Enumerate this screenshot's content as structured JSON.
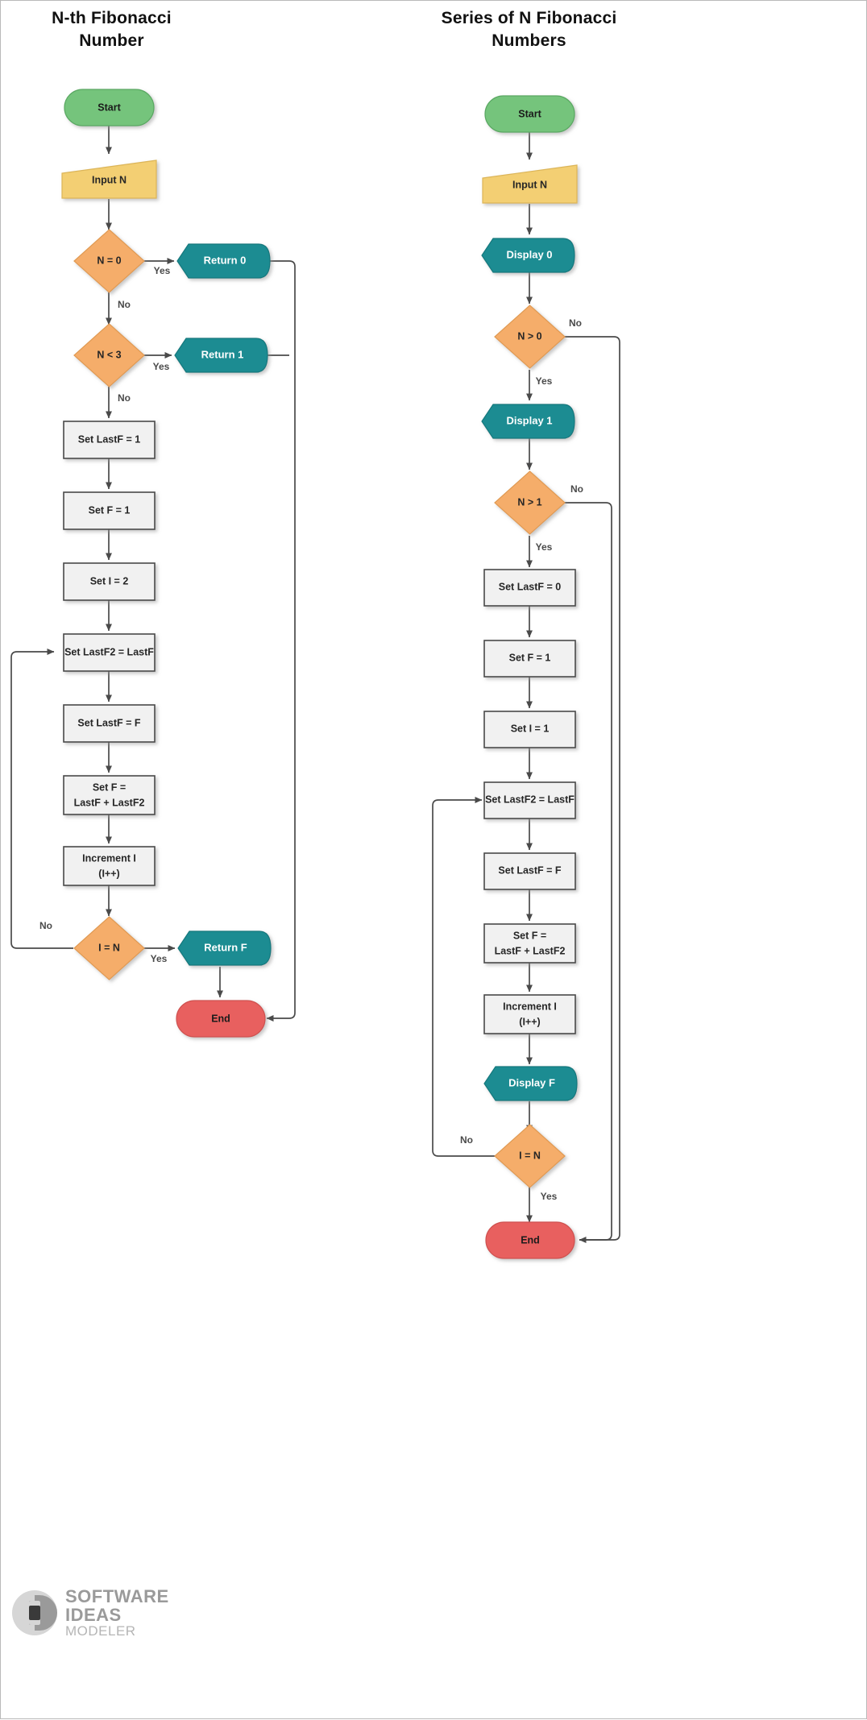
{
  "diagram": {
    "tool_watermark": {
      "line1": "SOFTWARE IDEAS",
      "line2": "MODELER"
    },
    "colors": {
      "terminator_start": "#74c47c",
      "terminator_end": "#e8615f",
      "io": "#f3cf73",
      "decision": "#f5ad6a",
      "display": "#1a8c92",
      "process_fill": "#f1f1f1",
      "process_stroke": "#4a4a4a",
      "link": "#4a4a4a",
      "text_dark": "#262626",
      "text_light": "#ffffff"
    },
    "flowcharts": [
      {
        "id": "nth-fibonacci-number",
        "title": "N-th Fibonacci\nNumber",
        "title_line1": "N-th Fibonacci",
        "title_line2": "Number",
        "nodes": [
          {
            "id": "start",
            "label": "Start",
            "shape": "terminator-start"
          },
          {
            "id": "input",
            "label": "Input N",
            "shape": "io-parallelogram"
          },
          {
            "id": "d1",
            "label": "N = 0",
            "shape": "decision"
          },
          {
            "id": "ret0",
            "label": "Return 0",
            "shape": "display"
          },
          {
            "id": "d2",
            "label": "N < 3",
            "shape": "decision"
          },
          {
            "id": "ret1",
            "label": "Return 1",
            "shape": "display"
          },
          {
            "id": "p1",
            "label": "Set LastF = 1",
            "shape": "process"
          },
          {
            "id": "p2",
            "label": "Set F = 1",
            "shape": "process"
          },
          {
            "id": "p3",
            "label": "Set I = 2",
            "shape": "process"
          },
          {
            "id": "p4",
            "label": "Set LastF2 = LastF",
            "shape": "process"
          },
          {
            "id": "p5",
            "label": "Set LastF = F",
            "shape": "process"
          },
          {
            "id": "p6",
            "label": "Set F =",
            "label2": "LastF + LastF2",
            "shape": "process"
          },
          {
            "id": "p7",
            "label": "Increment I",
            "label2": "(I++)",
            "shape": "process"
          },
          {
            "id": "d3",
            "label": "I = N",
            "shape": "decision"
          },
          {
            "id": "retF",
            "label": "Return F",
            "shape": "display"
          },
          {
            "id": "end",
            "label": "End",
            "shape": "terminator-end"
          }
        ],
        "edges": [
          {
            "from": "start",
            "to": "input",
            "label": ""
          },
          {
            "from": "input",
            "to": "d1",
            "label": ""
          },
          {
            "from": "d1",
            "to": "ret0",
            "label": "Yes"
          },
          {
            "from": "d1",
            "to": "d2",
            "label": "No"
          },
          {
            "from": "d2",
            "to": "ret1",
            "label": "Yes"
          },
          {
            "from": "d2",
            "to": "p1",
            "label": "No"
          },
          {
            "from": "p1",
            "to": "p2",
            "label": ""
          },
          {
            "from": "p2",
            "to": "p3",
            "label": ""
          },
          {
            "from": "p3",
            "to": "p4",
            "label": ""
          },
          {
            "from": "p4",
            "to": "p5",
            "label": ""
          },
          {
            "from": "p5",
            "to": "p6",
            "label": ""
          },
          {
            "from": "p6",
            "to": "p7",
            "label": ""
          },
          {
            "from": "p7",
            "to": "d3",
            "label": ""
          },
          {
            "from": "d3",
            "to": "retF",
            "label": "Yes"
          },
          {
            "from": "d3",
            "to": "p4",
            "label": "No"
          },
          {
            "from": "retF",
            "to": "end",
            "label": ""
          },
          {
            "from": "ret0",
            "to": "end",
            "label": ""
          },
          {
            "from": "ret1",
            "to": "end",
            "label": ""
          }
        ]
      },
      {
        "id": "series-of-n-fibonacci-numbers",
        "title": "Series of N Fibonacci\nNumbers",
        "title_line1": "Series of N Fibonacci",
        "title_line2": "Numbers",
        "nodes": [
          {
            "id": "rstart",
            "label": "Start",
            "shape": "terminator-start"
          },
          {
            "id": "rinput",
            "label": "Input N",
            "shape": "io-parallelogram"
          },
          {
            "id": "disp0",
            "label": "Display 0",
            "shape": "display"
          },
          {
            "id": "rd1",
            "label": "N > 0",
            "shape": "decision"
          },
          {
            "id": "disp1",
            "label": "Display 1",
            "shape": "display"
          },
          {
            "id": "rd2",
            "label": "N > 1",
            "shape": "decision"
          },
          {
            "id": "rp1",
            "label": "Set LastF = 0",
            "shape": "process"
          },
          {
            "id": "rp2",
            "label": "Set F = 1",
            "shape": "process"
          },
          {
            "id": "rp3",
            "label": "Set I = 1",
            "shape": "process"
          },
          {
            "id": "rp4",
            "label": "Set LastF2 = LastF",
            "shape": "process"
          },
          {
            "id": "rp5",
            "label": "Set LastF = F",
            "shape": "process"
          },
          {
            "id": "rp6",
            "label": "Set F =",
            "label2": "LastF + LastF2",
            "shape": "process"
          },
          {
            "id": "rp7",
            "label": "Increment I",
            "label2": "(I++)",
            "shape": "process"
          },
          {
            "id": "dispF",
            "label": "Display F",
            "shape": "display"
          },
          {
            "id": "rd3",
            "label": "I = N",
            "shape": "decision"
          },
          {
            "id": "rend",
            "label": "End",
            "shape": "terminator-end"
          }
        ],
        "edges": [
          {
            "from": "rstart",
            "to": "rinput",
            "label": ""
          },
          {
            "from": "rinput",
            "to": "disp0",
            "label": ""
          },
          {
            "from": "disp0",
            "to": "rd1",
            "label": ""
          },
          {
            "from": "rd1",
            "to": "disp1",
            "label": "Yes"
          },
          {
            "from": "rd1",
            "to": "rend",
            "label": "No"
          },
          {
            "from": "disp1",
            "to": "rd2",
            "label": ""
          },
          {
            "from": "rd2",
            "to": "rp1",
            "label": "Yes"
          },
          {
            "from": "rd2",
            "to": "rend",
            "label": "No"
          },
          {
            "from": "rp1",
            "to": "rp2",
            "label": ""
          },
          {
            "from": "rp2",
            "to": "rp3",
            "label": ""
          },
          {
            "from": "rp3",
            "to": "rp4",
            "label": ""
          },
          {
            "from": "rp4",
            "to": "rp5",
            "label": ""
          },
          {
            "from": "rp5",
            "to": "rp6",
            "label": ""
          },
          {
            "from": "rp6",
            "to": "rp7",
            "label": ""
          },
          {
            "from": "rp7",
            "to": "dispF",
            "label": ""
          },
          {
            "from": "dispF",
            "to": "rd3",
            "label": ""
          },
          {
            "from": "rd3",
            "to": "rend",
            "label": "Yes"
          },
          {
            "from": "rd3",
            "to": "rp4",
            "label": "No"
          }
        ]
      }
    ],
    "labels": {
      "yes": "Yes",
      "no": "No"
    }
  }
}
